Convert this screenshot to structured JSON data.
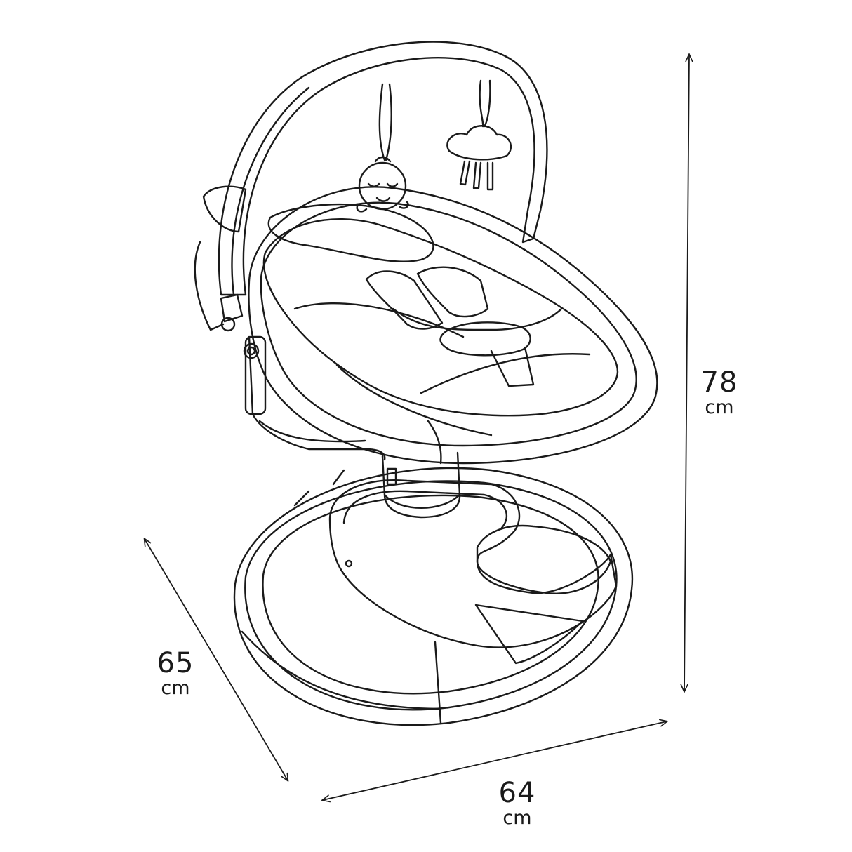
{
  "dimensions": {
    "height": {
      "value": "78",
      "unit": "cm"
    },
    "depth": {
      "value": "65",
      "unit": "cm"
    },
    "width": {
      "value": "64",
      "unit": "cm"
    }
  },
  "colors": {
    "stroke": "#1a1a1a",
    "background": "#ffffff"
  }
}
